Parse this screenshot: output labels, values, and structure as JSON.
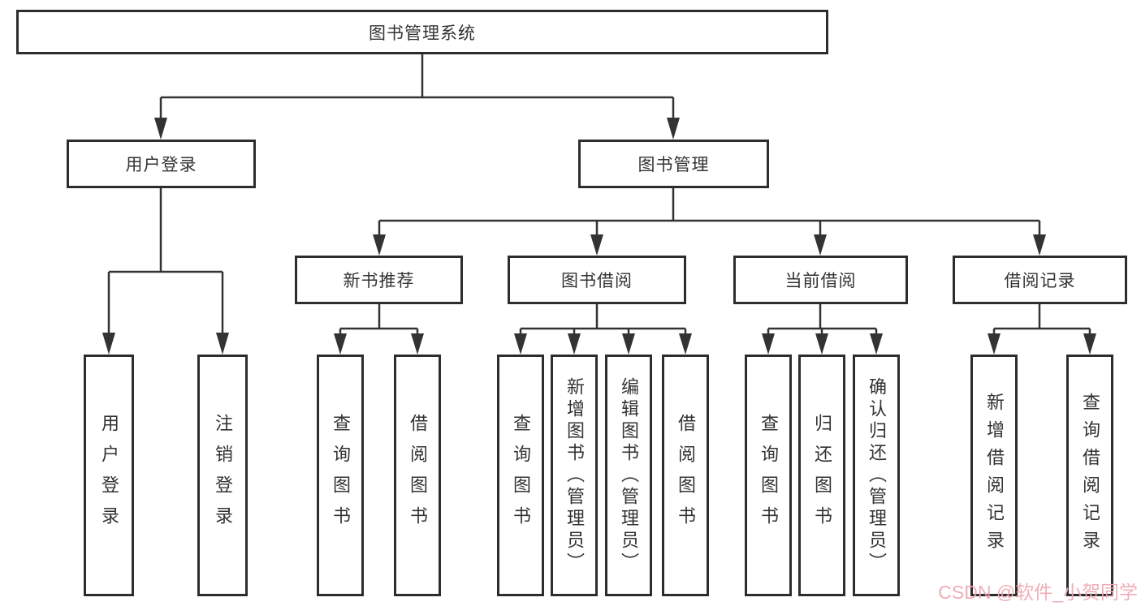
{
  "tree": {
    "root": {
      "label": "图书管理系统"
    },
    "level2": [
      {
        "label": "用户登录"
      },
      {
        "label": "图书管理"
      }
    ],
    "level3": [
      {
        "label": "新书推荐"
      },
      {
        "label": "图书借阅"
      },
      {
        "label": "当前借阅"
      },
      {
        "label": "借阅记录"
      }
    ],
    "leaves": {
      "user": [
        {
          "label": "用户登录"
        },
        {
          "label": "注销登录"
        }
      ],
      "recommend": [
        {
          "label": "查询图书"
        },
        {
          "label": "借阅图书"
        }
      ],
      "borrow": [
        {
          "label": "查询图书"
        },
        {
          "label": "新增图书（管理员）"
        },
        {
          "label": "编辑图书（管理员）"
        },
        {
          "label": "借阅图书"
        }
      ],
      "current": [
        {
          "label": "查询图书"
        },
        {
          "label": "归还图书"
        },
        {
          "label": "确认归还（管理员）"
        }
      ],
      "records": [
        {
          "label": "新增借阅记录"
        },
        {
          "label": "查询借阅记录"
        }
      ]
    }
  },
  "colors": {
    "line": "#333333",
    "box_border": "#2d2d2d",
    "text": "#333333",
    "watermark": "#f0a8b0",
    "background": "#ffffff"
  },
  "watermark": {
    "text": "CSDN @软件_小贺同学"
  }
}
